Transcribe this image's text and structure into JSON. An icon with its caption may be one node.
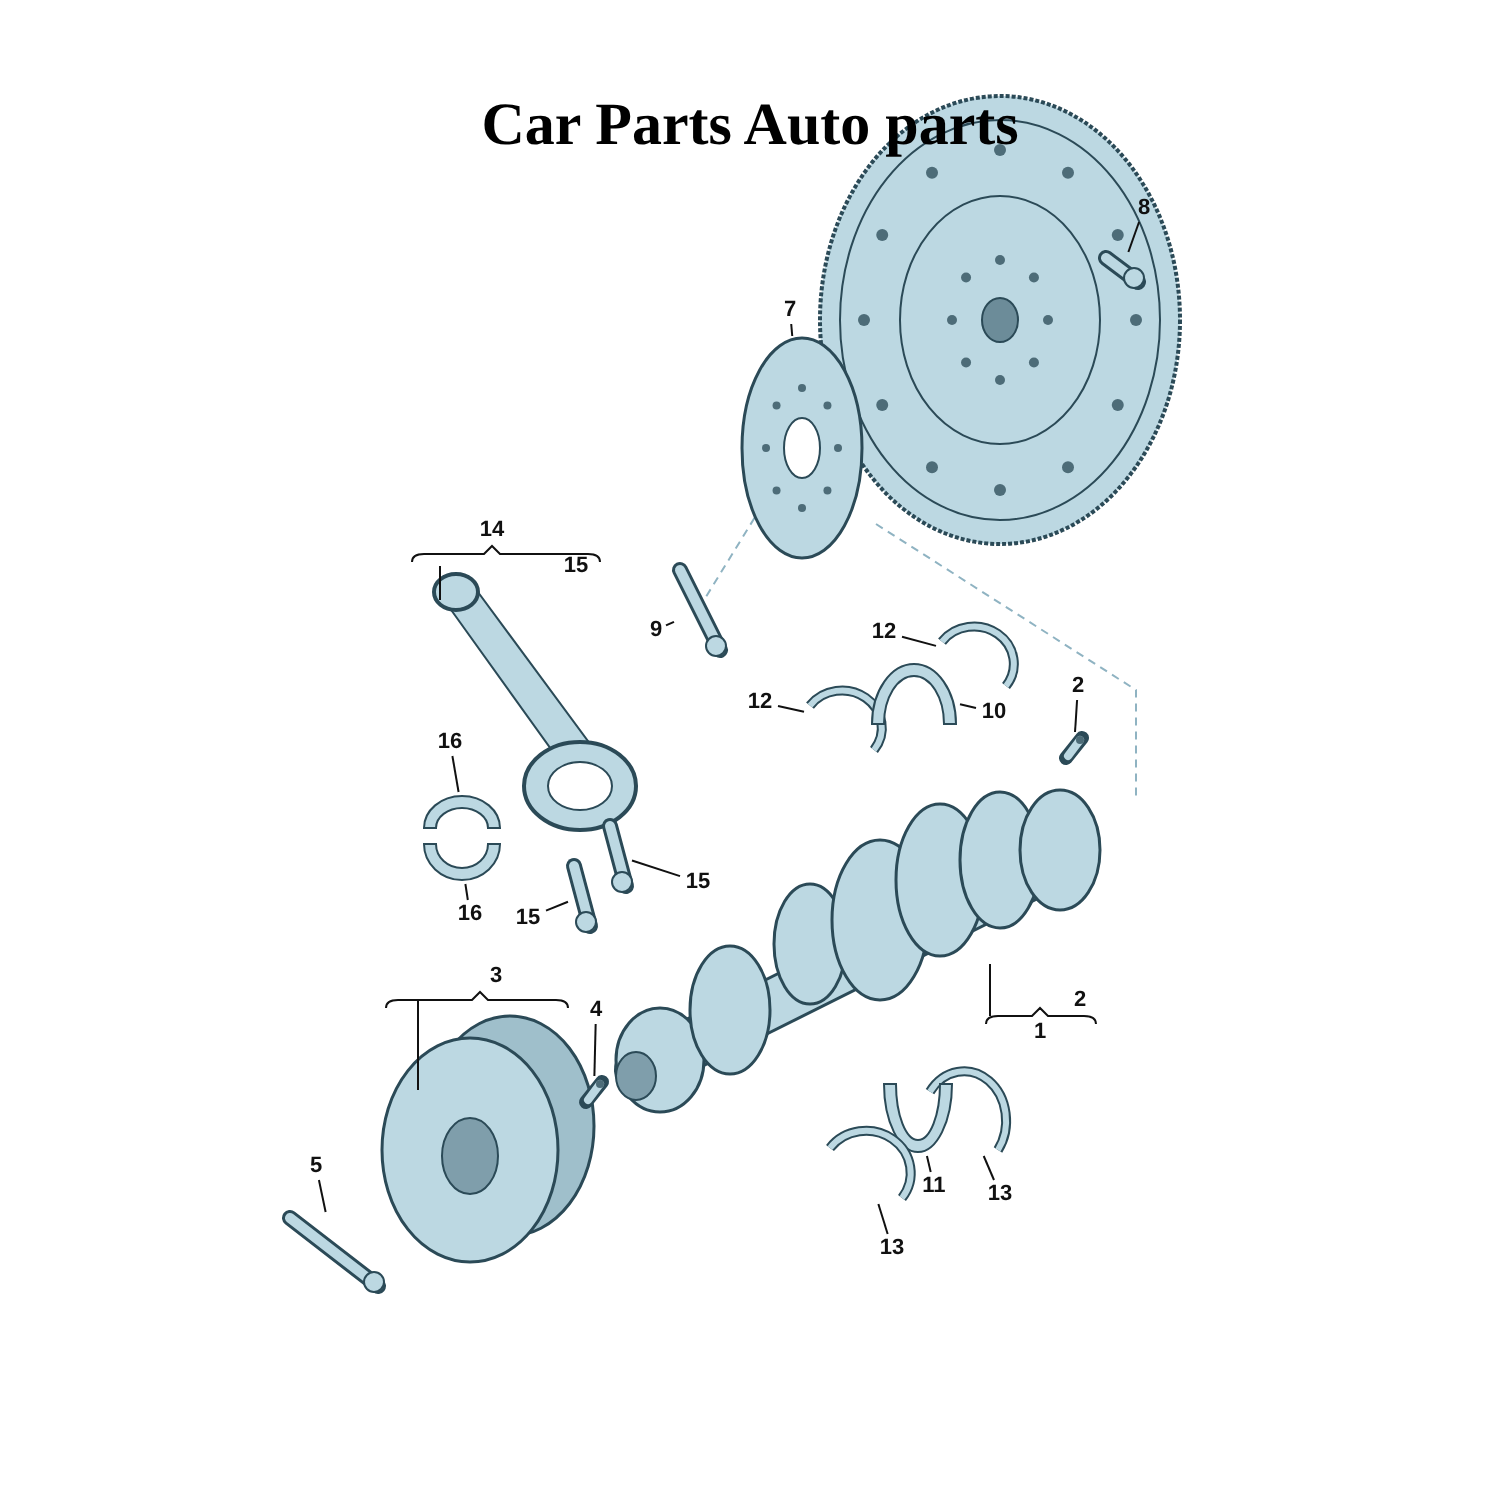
{
  "diagram": {
    "title": "Car Parts Auto parts",
    "nodes": [
      {
        "text": [
          "8"
        ]
      },
      {
        "text": [
          "7"
        ]
      },
      {
        "text": [
          "9"
        ]
      },
      {
        "text": [
          "12"
        ]
      },
      {
        "text": [
          "12"
        ]
      },
      {
        "text": [
          "10"
        ]
      },
      {
        "text": [
          "2"
        ]
      },
      {
        "text": [
          "16"
        ]
      },
      {
        "text": [
          "16"
        ]
      },
      {
        "text": [
          "15"
        ]
      },
      {
        "text": [
          "15"
        ]
      },
      {
        "text": [
          "4"
        ]
      },
      {
        "text": [
          "5"
        ]
      },
      {
        "text": [
          "13"
        ]
      },
      {
        "text": [
          "11"
        ]
      },
      {
        "text": [
          "13"
        ]
      },
      {
        "text": [],
        "shape": "picture"
      },
      {
        "text": [],
        "shape": "picture"
      },
      {
        "text": [],
        "shape": "picture"
      },
      {
        "text": [],
        "shape": "picture"
      },
      {
        "text": [],
        "shape": "picture"
      },
      {
        "text": [],
        "shape": "picture"
      },
      {
        "text": [],
        "shape": "picture"
      },
      {
        "text": [],
        "shape": "picture"
      },
      {
        "text": [],
        "shape": "picture"
      },
      {
        "text": [],
        "shape": "picture"
      },
      {
        "text": [],
        "shape": "picture"
      },
      {
        "text": [],
        "shape": "picture"
      },
      {
        "text": [],
        "shape": "picture"
      },
      {
        "text": [],
        "shape": "picture"
      },
      {
        "text": [],
        "shape": "picture"
      },
      {
        "text": [],
        "shape": "picture"
      }
    ],
    "edges": [
      {
        "from": 0,
        "to": 16,
        "arrow": "none"
      },
      {
        "from": 1,
        "to": 17,
        "arrow": "none"
      },
      {
        "from": 2,
        "to": 18,
        "arrow": "none"
      },
      {
        "from": 3,
        "to": 19,
        "arrow": "none"
      },
      {
        "from": 4,
        "to": 20,
        "arrow": "none"
      },
      {
        "from": 5,
        "to": 21,
        "arrow": "none"
      },
      {
        "from": 6,
        "to": 22,
        "arrow": "none"
      },
      {
        "from": 7,
        "to": 23,
        "arrow": "none"
      },
      {
        "from": 8,
        "to": 24,
        "arrow": "none"
      },
      {
        "from": 9,
        "to": 25,
        "arrow": "none"
      },
      {
        "from": 10,
        "to": 26,
        "arrow": "none"
      },
      {
        "from": 11,
        "to": 27,
        "arrow": "none"
      },
      {
        "from": 12,
        "to": 28,
        "arrow": "none"
      },
      {
        "from": 13,
        "to": 29,
        "arrow": "none"
      },
      {
        "from": 14,
        "to": 30,
        "arrow": "none"
      },
      {
        "from": 15,
        "to": 31,
        "arrow": "none"
      }
    ],
    "labels": [
      "14",
      "15",
      "3",
      "2",
      "1"
    ]
  }
}
